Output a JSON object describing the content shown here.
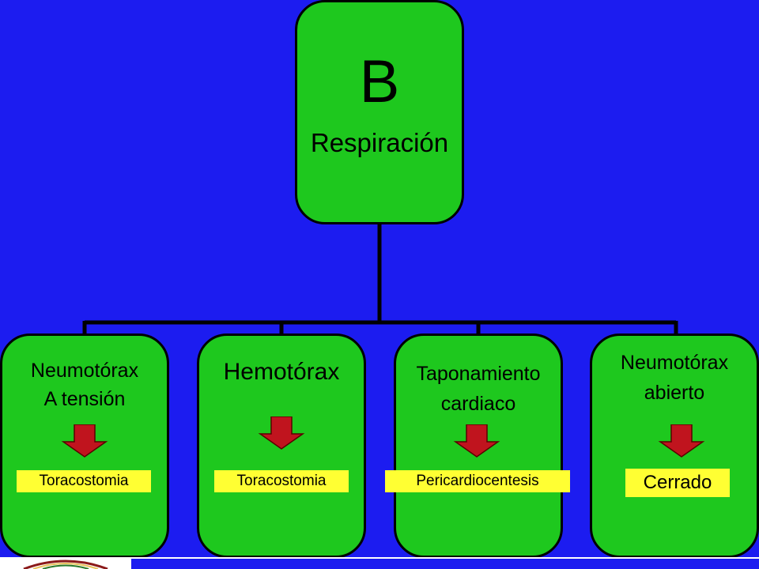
{
  "root": {
    "letter": "B",
    "label": "Respiración"
  },
  "children": [
    {
      "line1": "Neumotórax",
      "line2": "A tensión",
      "action": "Toracostomia"
    },
    {
      "line1": "Hemotórax",
      "line2": "",
      "action": "Toracostomia"
    },
    {
      "line1": "Taponamiento",
      "line2": "cardiaco",
      "action": "Pericardiocentesis"
    },
    {
      "line1": "Neumotórax",
      "line2": "abierto",
      "action": "Cerrado"
    }
  ],
  "colors": {
    "background": "#1c1cf0",
    "box": "#1ec81e",
    "arrow": "#c0141e",
    "action_label": "#ffff33"
  },
  "icons": {
    "arrow": "down-arrow-icon",
    "logo": "logo-icon"
  }
}
